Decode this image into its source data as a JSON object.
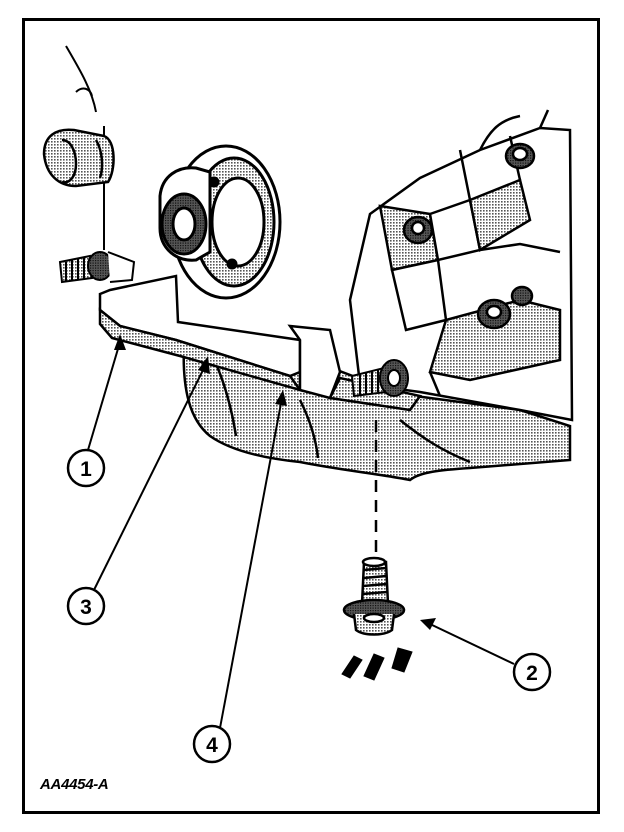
{
  "figure_code": "AA4454-A",
  "callouts": [
    {
      "id": "1",
      "label": "1"
    },
    {
      "id": "2",
      "label": "2"
    },
    {
      "id": "3",
      "label": "3"
    },
    {
      "id": "4",
      "label": "4"
    }
  ],
  "colors": {
    "ink": "#000000",
    "paper": "#ffffff",
    "shade": "#5a5a5a",
    "light": "#bdbdbd"
  }
}
